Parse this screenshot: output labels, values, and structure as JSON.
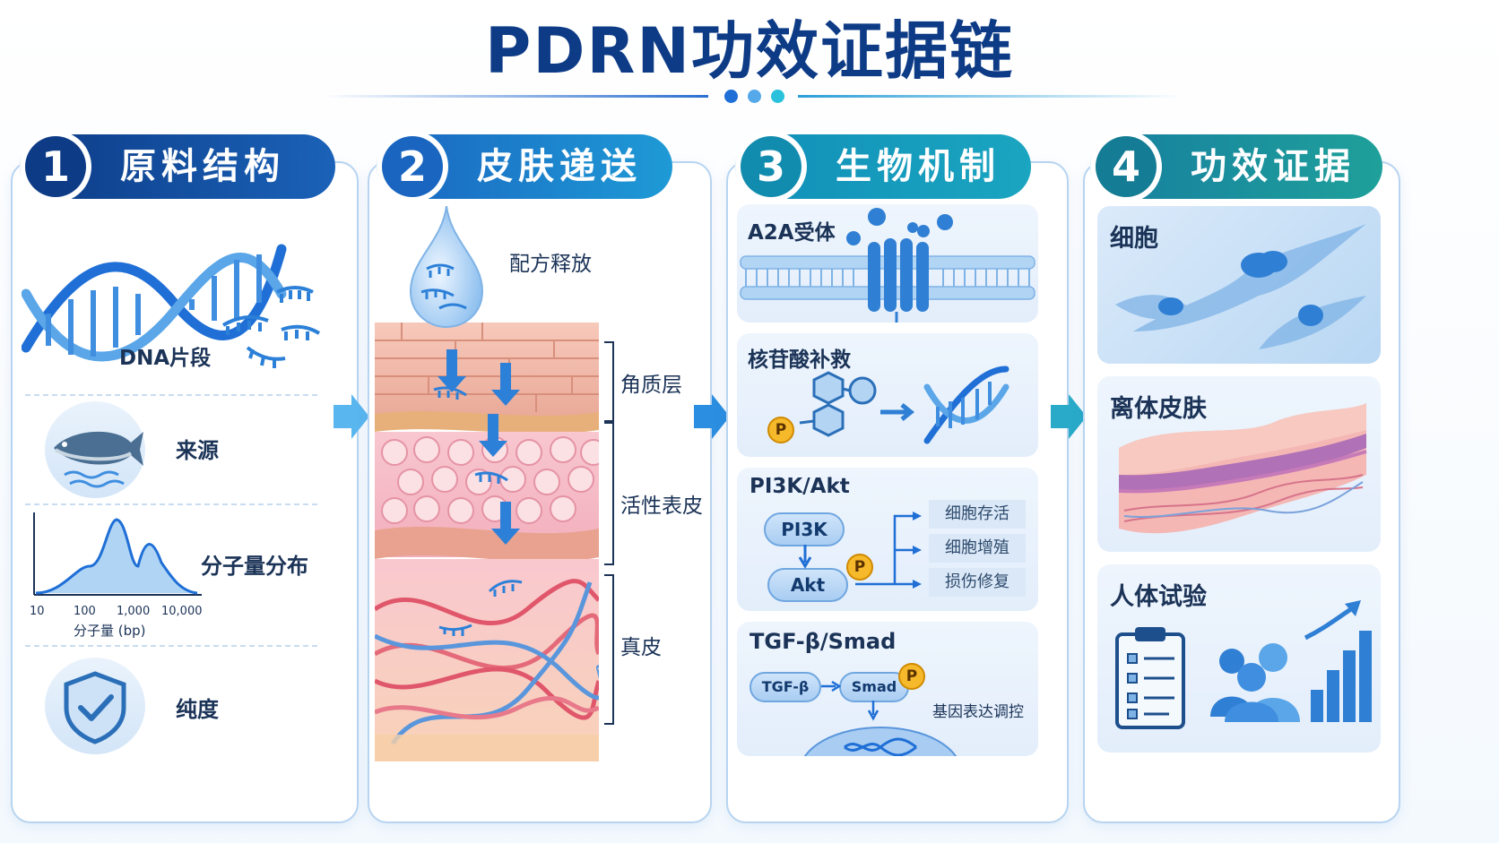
{
  "title": "PDRN功效证据链",
  "colors": {
    "dark_blue": "#0d3b86",
    "mid_blue": "#1a78c9",
    "teal": "#1a9aa6",
    "dot1": "#1f6fd6",
    "dot2": "#55a9ea",
    "dot3": "#29c1dc"
  },
  "columns": [
    {
      "num": "1",
      "header": "原料结构",
      "items": {
        "dna_label": "DNA片段",
        "source_label": "来源",
        "mw_label": "分子量分布",
        "mw_ticks": [
          "10",
          "100",
          "1,000",
          "10,000"
        ],
        "mw_axis": "分子量 (bp)",
        "purity_label": "纯度"
      }
    },
    {
      "num": "2",
      "header": "皮肤递送",
      "items": {
        "release_label": "配方释放",
        "layers": [
          "角质层",
          "活性表皮",
          "真皮"
        ]
      }
    },
    {
      "num": "3",
      "header": "生物机制",
      "items": {
        "a2a_title": "A2A受体",
        "salvage_title": "核苷酸补救",
        "p_symbol": "P",
        "pi3k_title": "PI3K/Akt",
        "pi3k_node": "PI3K",
        "akt_node": "Akt",
        "outcomes": [
          "细胞存活",
          "细胞增殖",
          "损伤修复"
        ],
        "tgf_title": "TGF-β/Smad",
        "tgf_node": "TGF-β",
        "smad_node": "Smad",
        "gene_label": "基因表达调控"
      }
    },
    {
      "num": "4",
      "header": "功效证据",
      "items": {
        "cell_title": "细胞",
        "exvivo_title": "离体皮肤",
        "human_title": "人体试验"
      }
    }
  ]
}
